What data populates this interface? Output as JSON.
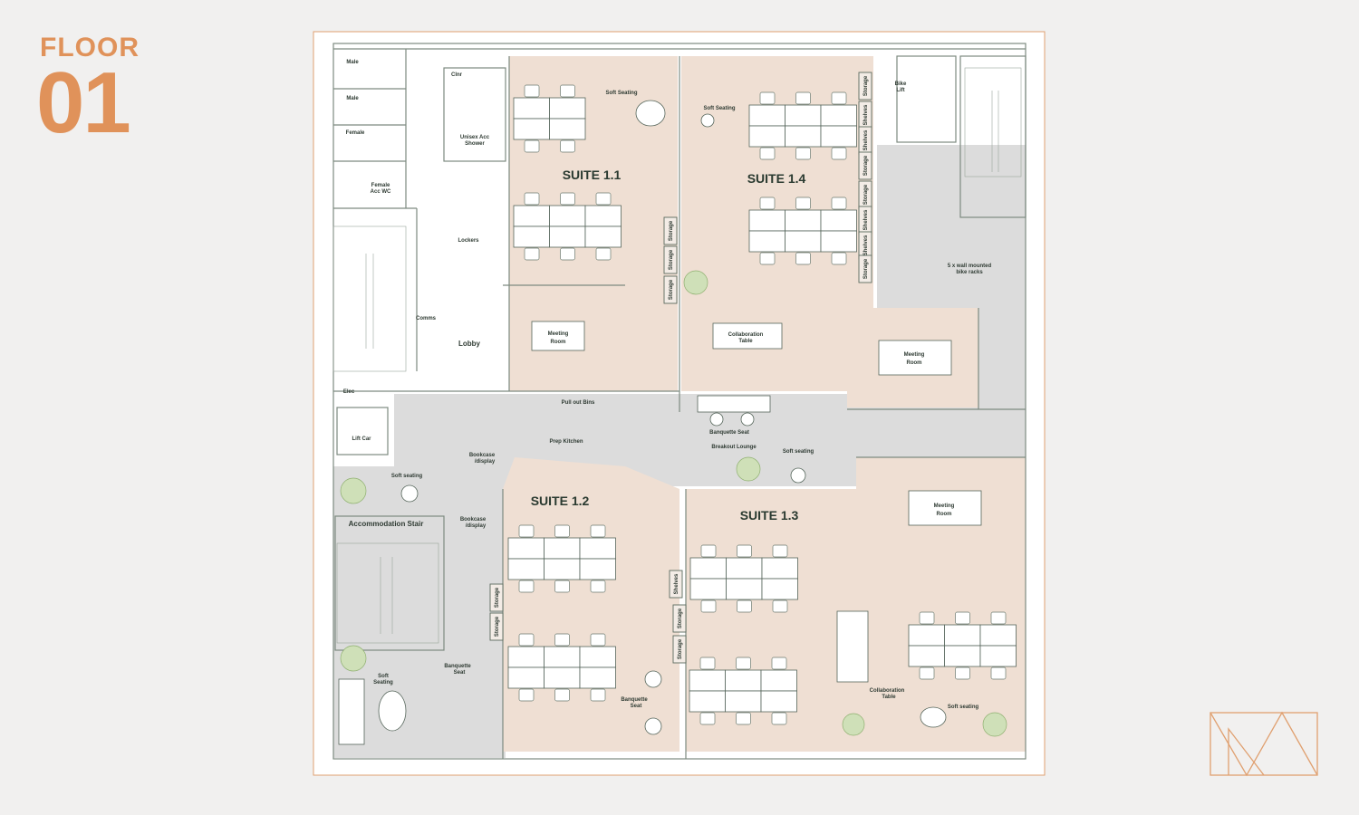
{
  "title": {
    "word": "FLOOR",
    "number": "01"
  },
  "colors": {
    "accent": "#e0925a",
    "suite_fill": "#efdfd3",
    "common_fill": "#dcdcdc",
    "text": "#2f3b33"
  },
  "suites": {
    "s11": "SUITE 1.1",
    "s12": "SUITE 1.2",
    "s13": "SUITE 1.3",
    "s14": "SUITE 1.4"
  },
  "rooms": {
    "male1": "Male",
    "male2": "Male",
    "female": "Female",
    "female_acc_wc": [
      "Female",
      "Acc WC"
    ],
    "clnr": "Clnr",
    "unisex_shower": [
      "Unisex Acc",
      "Shower"
    ],
    "lockers": "Lockers",
    "comms": "Comms",
    "lobby": "Lobby",
    "elec": "Elec",
    "lift_car": "Lift Car",
    "accommodation_stair": "Accommodation Stair",
    "bike_lift": [
      "Bike",
      "Lift"
    ],
    "bike_racks": [
      "5 x wall mounted",
      "bike racks"
    ],
    "pull_out_bins": "Pull out Bins",
    "prep_kitchen": "Prep Kitchen",
    "breakout_lounge": "Breakout Lounge",
    "banquette_seat_center": "Banquette Seat"
  },
  "furniture": {
    "soft_seating_11": "Soft Seating",
    "soft_seating_14": "Soft Seating",
    "soft_seating_breakout": "Soft seating",
    "soft_seating_lobby": "Soft seating",
    "soft_seating_sw": [
      "Soft",
      "Seating"
    ],
    "soft_seating_13": "Soft seating",
    "bookcase1": [
      "Bookcase",
      "/display"
    ],
    "bookcase2": [
      "Bookcase",
      "/display"
    ],
    "banquette_sw": [
      "Banquette",
      "Seat"
    ],
    "banquette_12": [
      "Banquette",
      "Seat"
    ],
    "collab_14": [
      "Collaboration",
      "Table"
    ],
    "collab_13": [
      "Collaboration",
      "Table"
    ],
    "meeting_11": [
      "Meeting",
      "Room"
    ],
    "meeting_14": [
      "Meeting",
      "Room"
    ],
    "meeting_13": [
      "Meeting",
      "Room"
    ],
    "storage": "Storage",
    "shelves": "Shelves"
  },
  "logo": "MW"
}
